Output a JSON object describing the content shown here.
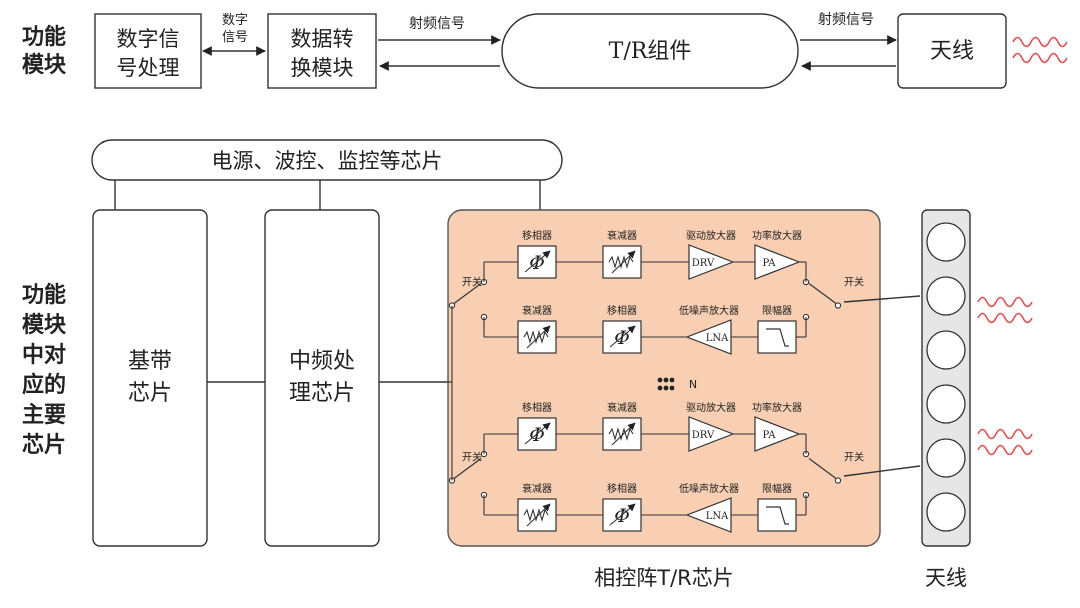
{
  "top": {
    "side_label_lines": [
      "功能",
      "模块"
    ],
    "digital": [
      "数字信",
      "号处理"
    ],
    "digital_signal": [
      "数字",
      "信号"
    ],
    "convert": [
      "数据转",
      "换模块"
    ],
    "rf_signal_1": "射频信号",
    "tr": "T/R组件",
    "rf_signal_2": "射频信号",
    "antenna": "天线"
  },
  "bottom": {
    "side_label_lines": [
      "功能",
      "模块",
      "中对",
      "应的",
      "主要",
      "芯片"
    ],
    "power": "电源、波控、监控等芯片",
    "baseband": [
      "基带",
      "芯片"
    ],
    "if": [
      "中频处",
      "理芯片"
    ],
    "chip_caption": "相控阵T/R芯片",
    "antenna_caption": "天线",
    "n_label": "N",
    "switch": "开关",
    "tx_row": [
      {
        "label": "移相器",
        "symbol": "Φ"
      },
      {
        "label": "衰减器",
        "symbol": ""
      },
      {
        "label": "驱动放大器",
        "symbol": "DRV"
      },
      {
        "label": "功率放大器",
        "symbol": "PA"
      }
    ],
    "rx_row": [
      {
        "label": "衰减器",
        "symbol": ""
      },
      {
        "label": "移相器",
        "symbol": "Φ"
      },
      {
        "label": "低噪声放大器",
        "symbol": "LNA"
      },
      {
        "label": "限幅器",
        "symbol": ""
      }
    ]
  },
  "colors": {
    "chip_fill": "#f8cfb2",
    "chip_stroke": "#555555",
    "wave": "#e05050",
    "antenna_fill": "#e6e6e6"
  }
}
